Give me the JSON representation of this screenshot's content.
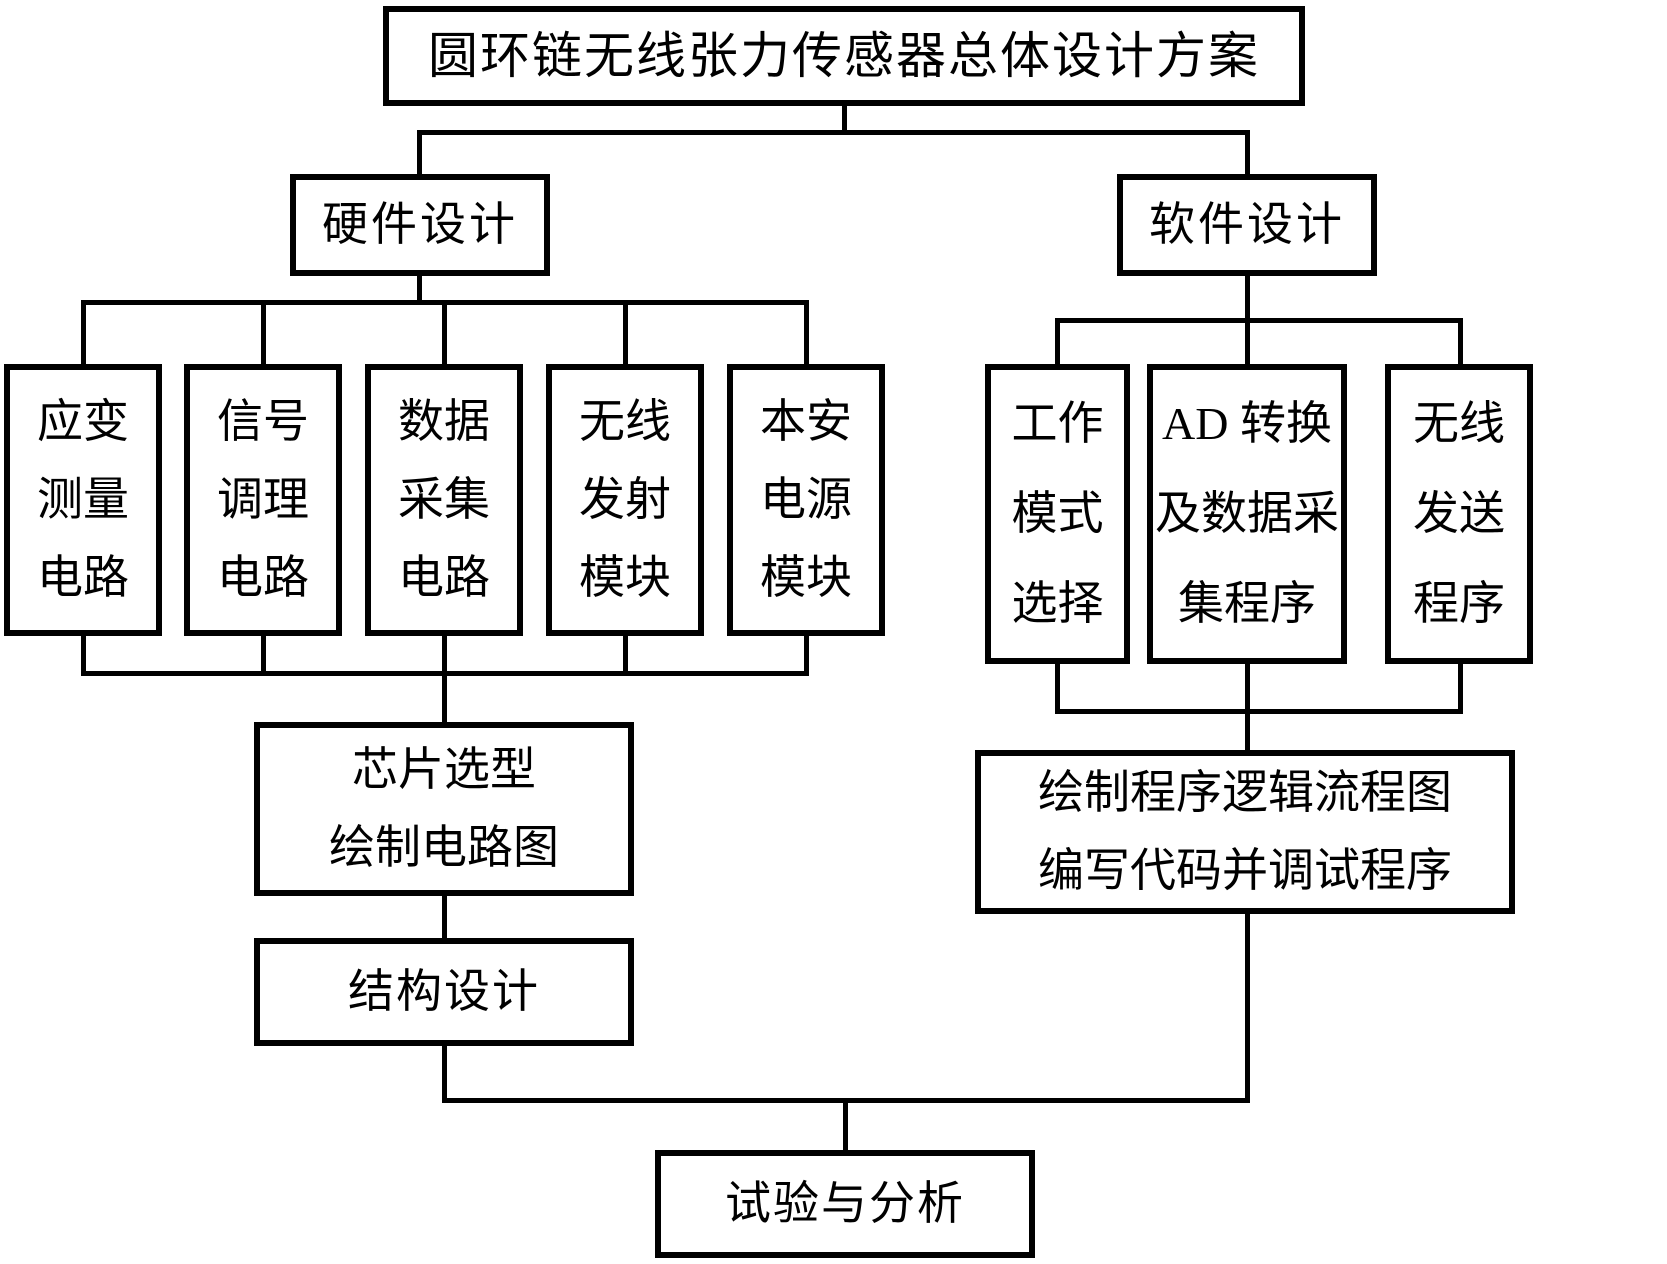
{
  "title": "圆环链无线张力传感器总体设计方案",
  "hardware": {
    "label": "硬件设计",
    "modules": [
      {
        "lines": [
          "应变",
          "测量",
          "电路"
        ]
      },
      {
        "lines": [
          "信号",
          "调理",
          "电路"
        ]
      },
      {
        "lines": [
          "数据",
          "采集",
          "电路"
        ]
      },
      {
        "lines": [
          "无线",
          "发射",
          "模块"
        ]
      },
      {
        "lines": [
          "本安",
          "电源",
          "模块"
        ]
      }
    ],
    "steps": [
      {
        "lines": [
          "芯片选型",
          "绘制电路图"
        ]
      },
      {
        "lines": [
          "结构设计"
        ]
      }
    ]
  },
  "software": {
    "label": "软件设计",
    "modules": [
      {
        "lines": [
          "工作",
          "模式",
          "选择"
        ]
      },
      {
        "lines": [
          "AD 转换",
          "及数据采",
          "集程序"
        ]
      },
      {
        "lines": [
          "无线",
          "发送",
          "程序"
        ]
      }
    ],
    "steps": [
      {
        "lines": [
          "绘制程序逻辑流程图",
          "编写代码并调试程序"
        ]
      }
    ]
  },
  "final": {
    "label": "试验与分析"
  },
  "colors": {
    "line": "#000000",
    "background": "#ffffff",
    "text": "#000000"
  }
}
